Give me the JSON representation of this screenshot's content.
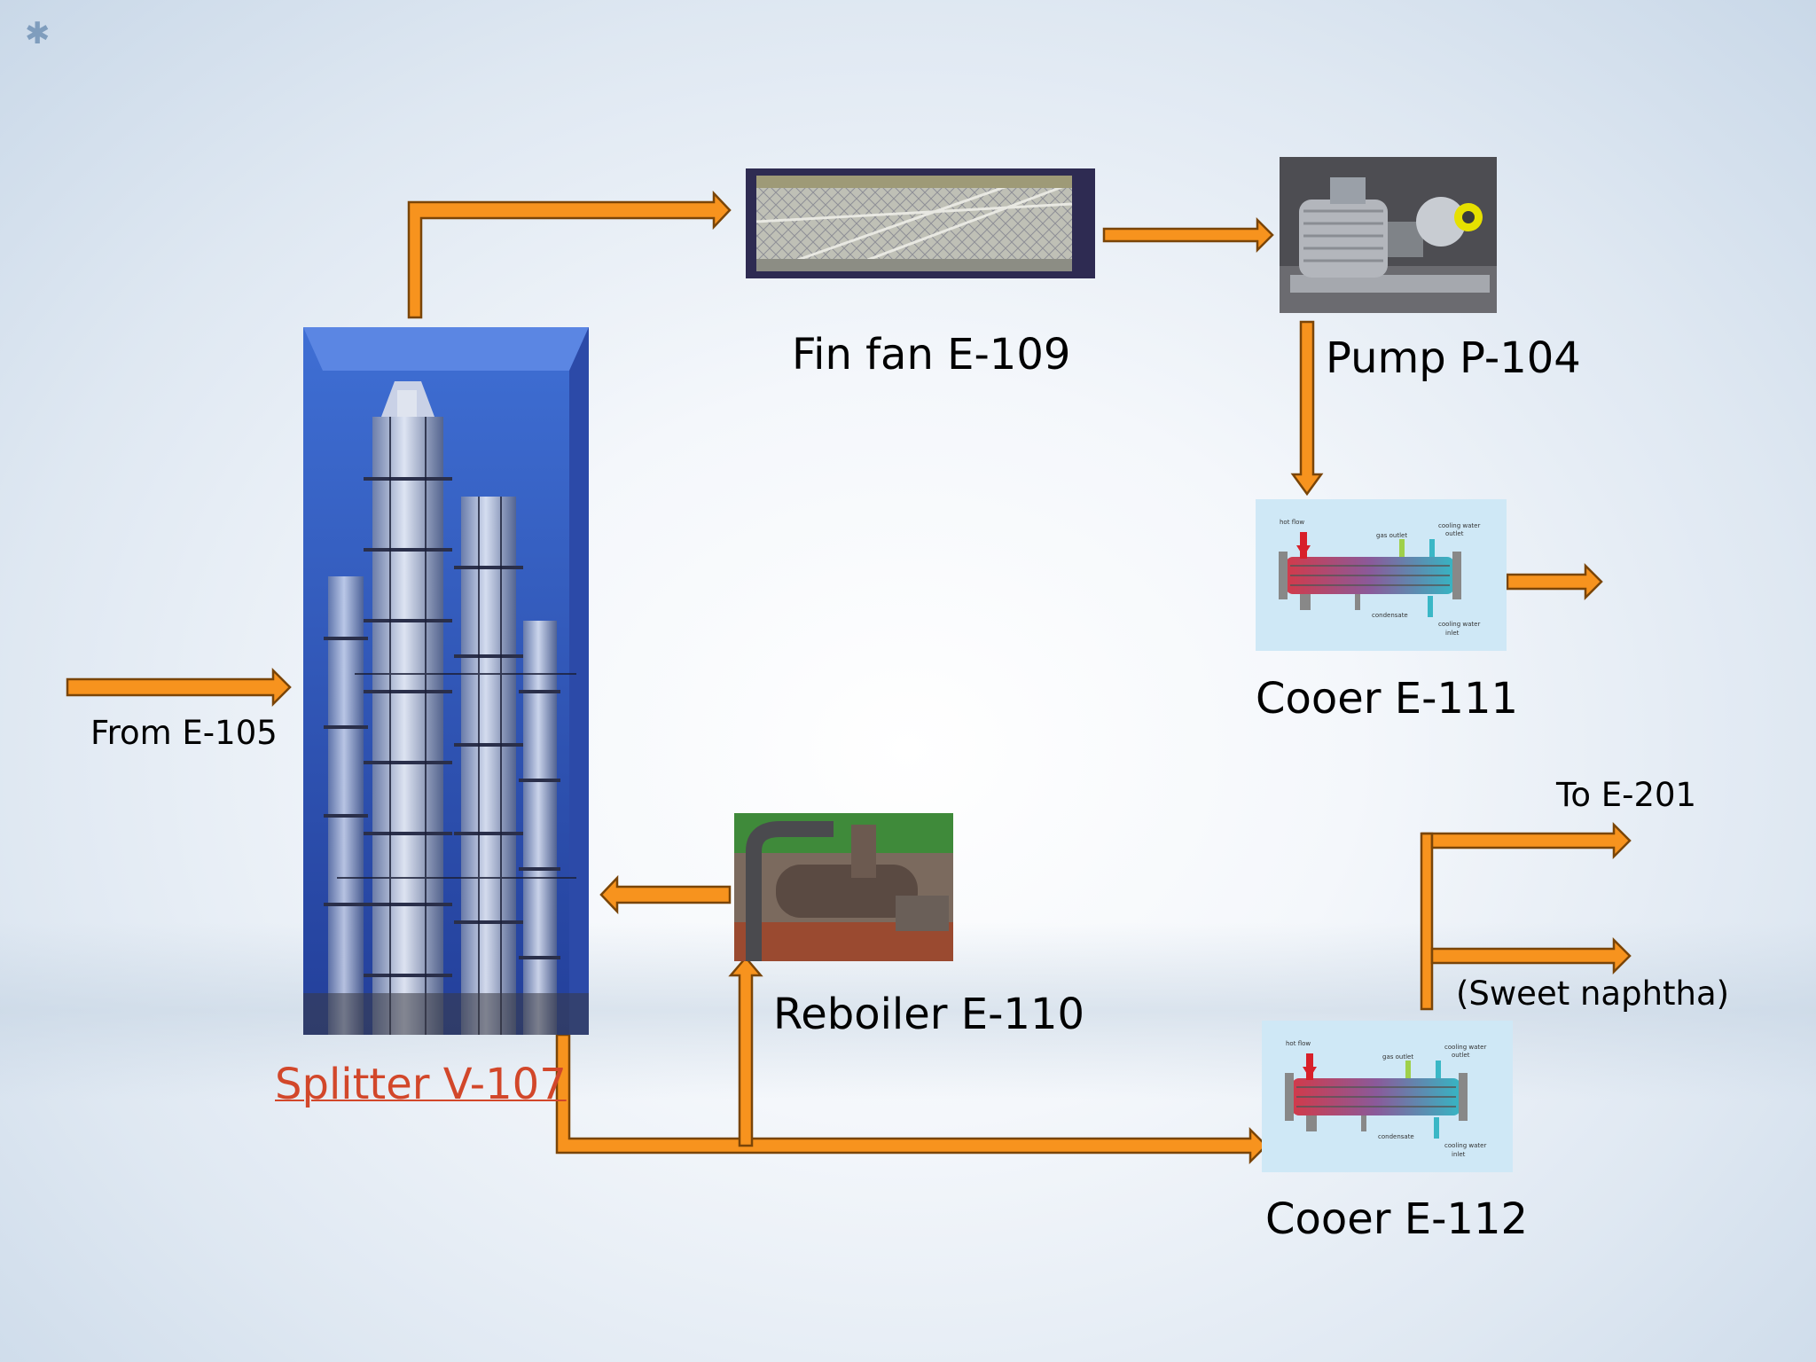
{
  "labels": {
    "fin_fan": "Fin fan E-109",
    "pump": "Pump P-104",
    "cooler_111": "Cooer E-111",
    "from": "From E-105",
    "to": "To E-201",
    "sweet": "(Sweet naphtha)",
    "reboiler": "Reboiler E-110",
    "splitter": "Splitter V-107",
    "cooler_112": "Cooer E-112"
  },
  "schematic_text": {
    "hot_flow": "hot flow",
    "gas_outlet": "gas outlet",
    "cooling_water_outlet_1": "cooling water",
    "cooling_water_outlet_2": "outlet",
    "condensate": "condensate",
    "cooling_water_inlet_1": "cooling water",
    "cooling_water_inlet_2": "inlet"
  },
  "colors": {
    "arrow_fill": "#f7931e",
    "arrow_stroke": "#7a4508",
    "link_text": "#d2472a",
    "tower_bg": "#3f66c8",
    "finfan_frame": "#2e2b52"
  }
}
